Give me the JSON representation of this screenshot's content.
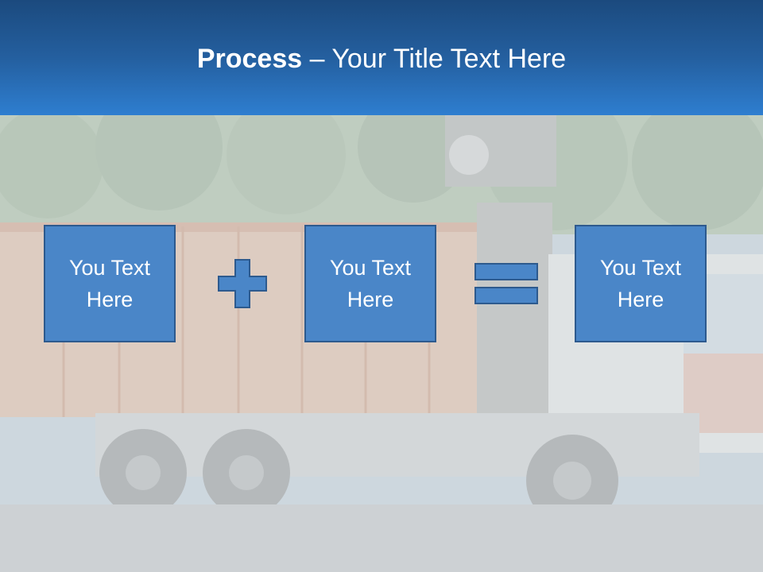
{
  "slide": {
    "title_bold": "Process",
    "title_rest": " – Your Title Text Here"
  },
  "process": {
    "boxes": [
      {
        "text": "You Text Here"
      },
      {
        "text": "You Text Here"
      },
      {
        "text": "You Text Here"
      }
    ],
    "operators": [
      "plus-icon",
      "equals-icon"
    ]
  },
  "colors": {
    "header_dark": "#1b4a7e",
    "header_light": "#2e7ed0",
    "box_fill": "#4a86c8",
    "box_border": "#2d5a8e"
  }
}
